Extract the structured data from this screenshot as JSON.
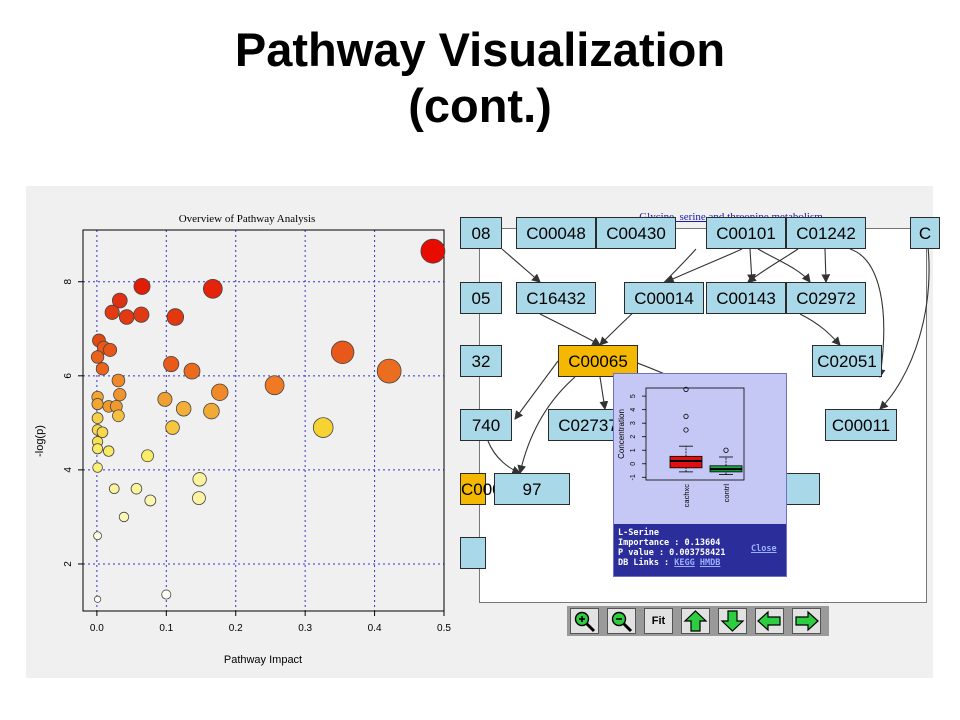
{
  "title": {
    "line1": "Pathway Visualization",
    "line2": "(cont.)"
  },
  "overview": {
    "title": "Overview of Pathway Analysis",
    "xlabel": "Pathway Impact",
    "ylabel": "-log(p)",
    "xticks": [
      "0.0",
      "0.1",
      "0.2",
      "0.3",
      "0.4",
      "0.5"
    ],
    "yticks": [
      "2",
      "4",
      "6",
      "8"
    ]
  },
  "chart_data": [
    {
      "type": "scatter",
      "title": "Overview of Pathway Analysis",
      "xlabel": "Pathway Impact",
      "ylabel": "-log(p)",
      "xlim": [
        -0.02,
        0.5
      ],
      "ylim": [
        1.0,
        9.1
      ],
      "grid": true,
      "encoding": "marker size and color (white to red) increase with -log(p) and impact",
      "points": [
        {
          "x": 0.484,
          "y": 8.65,
          "c": "#e80b00"
        },
        {
          "x": 0.065,
          "y": 7.9,
          "c": "#e01e05"
        },
        {
          "x": 0.167,
          "y": 7.85,
          "c": "#e3240a"
        },
        {
          "x": 0.033,
          "y": 7.6,
          "c": "#e03012"
        },
        {
          "x": 0.022,
          "y": 7.35,
          "c": "#e33a12"
        },
        {
          "x": 0.043,
          "y": 7.25,
          "c": "#e33a12"
        },
        {
          "x": 0.064,
          "y": 7.3,
          "c": "#e03a14"
        },
        {
          "x": 0.113,
          "y": 7.25,
          "c": "#e2370f"
        },
        {
          "x": 0.003,
          "y": 6.75,
          "c": "#e24a12"
        },
        {
          "x": 0.01,
          "y": 6.6,
          "c": "#e8561a"
        },
        {
          "x": 0.019,
          "y": 6.55,
          "c": "#e8561a"
        },
        {
          "x": 0.001,
          "y": 6.4,
          "c": "#ea621c"
        },
        {
          "x": 0.008,
          "y": 6.15,
          "c": "#ea641e"
        },
        {
          "x": 0.354,
          "y": 6.5,
          "c": "#e8581a"
        },
        {
          "x": 0.107,
          "y": 6.25,
          "c": "#e8591a"
        },
        {
          "x": 0.137,
          "y": 6.1,
          "c": "#ea6a1e"
        },
        {
          "x": 0.421,
          "y": 6.1,
          "c": "#eb6e20"
        },
        {
          "x": 0.031,
          "y": 5.9,
          "c": "#f08a28"
        },
        {
          "x": 0.256,
          "y": 5.8,
          "c": "#f07a24"
        },
        {
          "x": 0.177,
          "y": 5.65,
          "c": "#f08a28"
        },
        {
          "x": 0.001,
          "y": 5.55,
          "c": "#f3a632"
        },
        {
          "x": 0.033,
          "y": 5.6,
          "c": "#f09430"
        },
        {
          "x": 0.001,
          "y": 5.4,
          "c": "#f3a632"
        },
        {
          "x": 0.017,
          "y": 5.35,
          "c": "#f09a2e"
        },
        {
          "x": 0.028,
          "y": 5.35,
          "c": "#f09a2e"
        },
        {
          "x": 0.098,
          "y": 5.5,
          "c": "#f0a030"
        },
        {
          "x": 0.125,
          "y": 5.3,
          "c": "#f2b03a"
        },
        {
          "x": 0.165,
          "y": 5.25,
          "c": "#f2aa36"
        },
        {
          "x": 0.031,
          "y": 5.15,
          "c": "#f5c040"
        },
        {
          "x": 0.001,
          "y": 5.1,
          "c": "#f7d04a"
        },
        {
          "x": 0.109,
          "y": 4.9,
          "c": "#f6c640"
        },
        {
          "x": 0.326,
          "y": 4.9,
          "c": "#f6d232"
        },
        {
          "x": 0.001,
          "y": 4.85,
          "c": "#f7d84c"
        },
        {
          "x": 0.008,
          "y": 4.8,
          "c": "#f7d84c"
        },
        {
          "x": 0.001,
          "y": 4.6,
          "c": "#f8e050"
        },
        {
          "x": 0.001,
          "y": 4.45,
          "c": "#faea64"
        },
        {
          "x": 0.017,
          "y": 4.4,
          "c": "#faea64"
        },
        {
          "x": 0.073,
          "y": 4.3,
          "c": "#faec66"
        },
        {
          "x": 0.001,
          "y": 4.05,
          "c": "#fbf07a"
        },
        {
          "x": 0.148,
          "y": 3.8,
          "c": "#fcf49a"
        },
        {
          "x": 0.025,
          "y": 3.6,
          "c": "#fcf49a"
        },
        {
          "x": 0.057,
          "y": 3.6,
          "c": "#fcf49a"
        },
        {
          "x": 0.147,
          "y": 3.4,
          "c": "#fcf4a4"
        },
        {
          "x": 0.077,
          "y": 3.35,
          "c": "#fcf6b0"
        },
        {
          "x": 0.039,
          "y": 3.0,
          "c": "#fcf6b4"
        },
        {
          "x": 0.001,
          "y": 2.6,
          "c": "#fefde0"
        },
        {
          "x": 0.1,
          "y": 1.35,
          "c": "#fefdf4"
        },
        {
          "x": 0.001,
          "y": 1.25,
          "c": "#ffffff"
        }
      ]
    },
    {
      "type": "box",
      "ylabel": "Concentration",
      "categories": [
        "cachxc",
        "contrl"
      ],
      "yticks": [
        "-1",
        "0",
        "1",
        "2",
        "3",
        "4",
        "5"
      ],
      "ylim": [
        -1.2,
        5.6
      ],
      "series": [
        {
          "name": "cachxc",
          "color": "#e01010",
          "whisker_low": -0.6,
          "q1": -0.3,
          "median": 0.2,
          "q3": 0.55,
          "whisker_high": 1.3,
          "outliers": [
            2.5,
            3.5,
            5.5
          ]
        },
        {
          "name": "contrl",
          "color": "#1aa84a",
          "whisker_low": -0.8,
          "q1": -0.6,
          "median": -0.4,
          "q3": -0.15,
          "whisker_high": 0.5,
          "outliers": [
            1.0
          ]
        }
      ]
    }
  ],
  "pathway": {
    "title": "Glycine, serine and threonine metabolism",
    "nodes": [
      {
        "label": "08"
      },
      {
        "label": "C00048"
      },
      {
        "label": "C00430"
      },
      {
        "label": "C00101"
      },
      {
        "label": "C01242"
      },
      {
        "label": "C"
      },
      {
        "label": "05"
      },
      {
        "label": "C16432"
      },
      {
        "label": "C00014"
      },
      {
        "label": "C00143"
      },
      {
        "label": "C02972"
      },
      {
        "label": "32"
      },
      {
        "label": "C00065",
        "highlight": true
      },
      {
        "label": "C02051"
      },
      {
        "label": "740"
      },
      {
        "label": "C02737"
      },
      {
        "label": "C00011"
      },
      {
        "label": "C00022",
        "highlight": true
      },
      {
        "label": "97"
      },
      {
        "label": ""
      },
      {
        "label": ""
      }
    ],
    "popup": {
      "name": "L-Serine",
      "importance": "Importance : 0.13604",
      "pvalue": "P value : 0.003758421",
      "db_prefix": "DB Links : ",
      "kegg": "KEGG",
      "hmdb": "HMDB",
      "close": "Close"
    }
  },
  "toolbar": {
    "buttons": [
      {
        "name": "zoom-in-button",
        "icon": "zoom-in-icon"
      },
      {
        "name": "zoom-out-button",
        "icon": "zoom-out-icon"
      },
      {
        "name": "fit-button",
        "label": "Fit"
      },
      {
        "name": "move-up-button",
        "icon": "arrow-up-icon"
      },
      {
        "name": "move-down-button",
        "icon": "arrow-down-icon"
      },
      {
        "name": "move-left-button",
        "icon": "arrow-left-icon"
      },
      {
        "name": "move-right-button",
        "icon": "arrow-right-icon"
      }
    ]
  }
}
